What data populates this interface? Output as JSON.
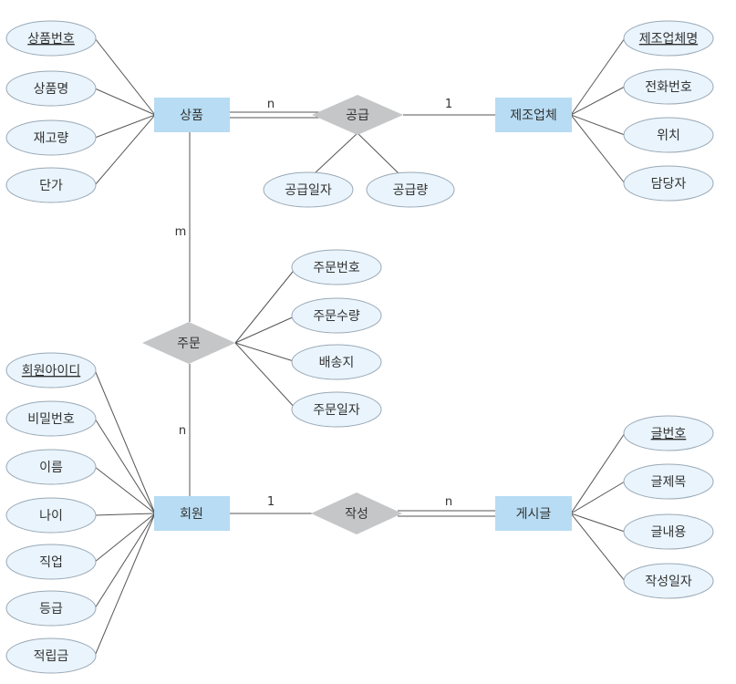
{
  "entities": {
    "product": "상품",
    "manufacturer": "제조업체",
    "member": "회원",
    "post": "게시글"
  },
  "relationships": {
    "supply": "공급",
    "order": "주문",
    "write": "작성"
  },
  "attributes": {
    "product": [
      {
        "label": "상품번호",
        "key": true
      },
      {
        "label": "상품명",
        "key": false
      },
      {
        "label": "재고량",
        "key": false
      },
      {
        "label": "단가",
        "key": false
      }
    ],
    "manufacturer": [
      {
        "label": "제조업체명",
        "key": true
      },
      {
        "label": "전화번호",
        "key": false
      },
      {
        "label": "위치",
        "key": false
      },
      {
        "label": "담당자",
        "key": false
      }
    ],
    "supply": [
      {
        "label": "공급일자",
        "key": false
      },
      {
        "label": "공급량",
        "key": false
      }
    ],
    "order": [
      {
        "label": "주문번호",
        "key": false
      },
      {
        "label": "주문수량",
        "key": false
      },
      {
        "label": "배송지",
        "key": false
      },
      {
        "label": "주문일자",
        "key": false
      }
    ],
    "member": [
      {
        "label": "회원아이디",
        "key": true
      },
      {
        "label": "비밀번호",
        "key": false
      },
      {
        "label": "이름",
        "key": false
      },
      {
        "label": "나이",
        "key": false
      },
      {
        "label": "직업",
        "key": false
      },
      {
        "label": "등급",
        "key": false
      },
      {
        "label": "적립금",
        "key": false
      }
    ],
    "post": [
      {
        "label": "글번호",
        "key": true
      },
      {
        "label": "글제목",
        "key": false
      },
      {
        "label": "글내용",
        "key": false
      },
      {
        "label": "작성일자",
        "key": false
      }
    ]
  },
  "cardinalities": {
    "product_supply": "n",
    "supply_manufacturer": "1",
    "product_order": "m",
    "order_member": "n",
    "member_write": "1",
    "write_post": "n"
  },
  "colors": {
    "entity_fill": "#b7dcf3",
    "relationship_fill": "#c4c6c8",
    "attribute_fill": "#e9f4fc",
    "attribute_stroke": "#9aa9b6",
    "line": "#555555"
  }
}
